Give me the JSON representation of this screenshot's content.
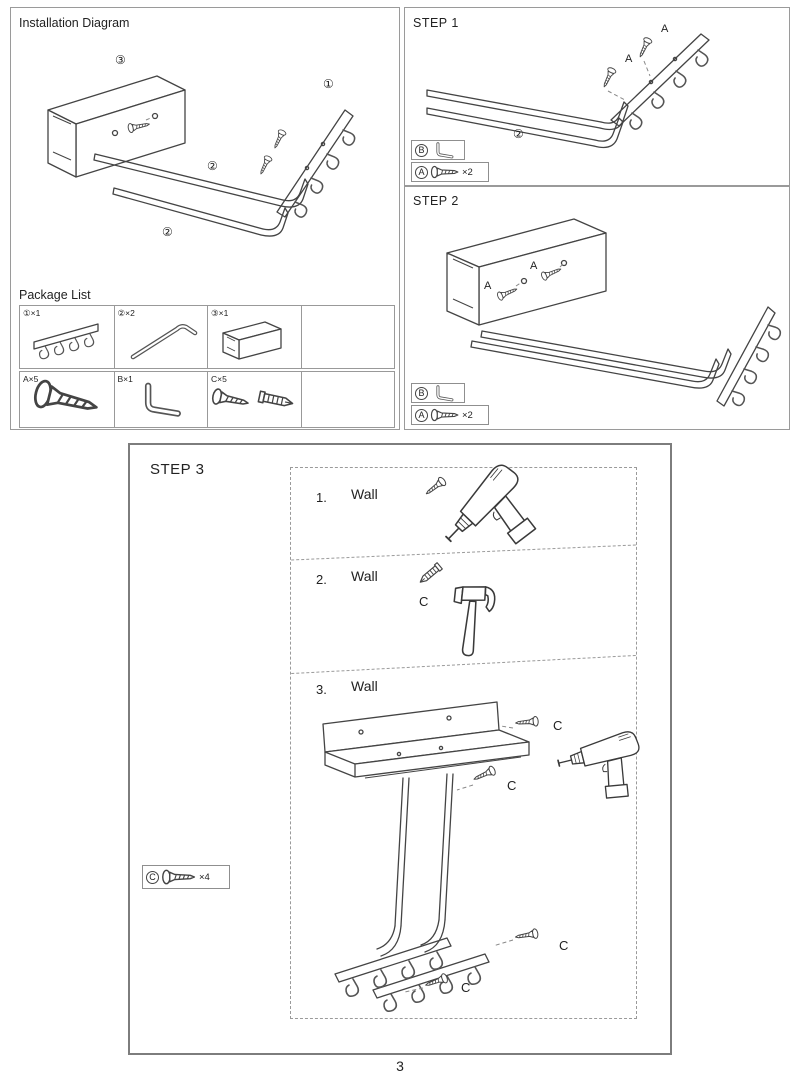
{
  "page_number": "3",
  "installation": {
    "title": "Installation Diagram",
    "callout_bracket": "③",
    "callout_rod_mid": "②",
    "callout_rod_bottom": "②",
    "callout_rail": "①",
    "package": {
      "title": "Package List",
      "part_rail": "①×1",
      "part_rod": "②×2",
      "part_bracket": "③×1",
      "hw_a": "A×5",
      "hw_b": "B×1",
      "hw_c": "C×5"
    }
  },
  "step1": {
    "title": "STEP 1",
    "label_a1": "A",
    "label_a2": "A",
    "callout_rod": "②",
    "legend": {
      "b": "B",
      "a": "A",
      "a_qty": "×2"
    }
  },
  "step2": {
    "title": "STEP 2",
    "label_a1": "A",
    "label_a2": "A",
    "legend": {
      "b": "B",
      "a": "A",
      "a_qty": "×2"
    }
  },
  "step3": {
    "title": "STEP 3",
    "item1": {
      "num": "1.",
      "label": "Wall"
    },
    "item2": {
      "num": "2.",
      "label": "Wall",
      "anchor_label": "C"
    },
    "item3": {
      "num": "3.",
      "label": "Wall"
    },
    "screw_labels": {
      "c1": "C",
      "c2": "C",
      "c3": "C",
      "c4": "C"
    },
    "legend": {
      "c": "C",
      "qty": "×4"
    }
  }
}
